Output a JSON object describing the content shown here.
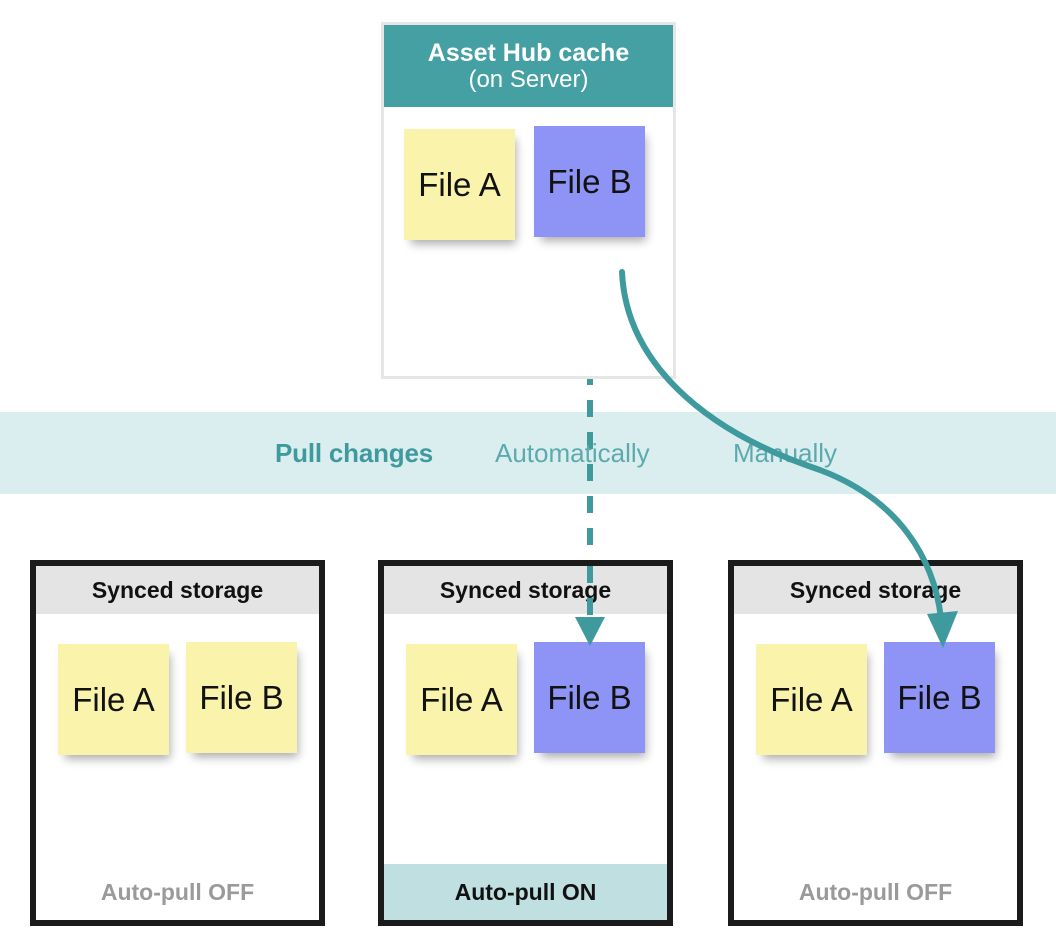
{
  "diagram": {
    "title_source": "Asset Hub cache sync diagram",
    "hub": {
      "title": "Asset Hub cache",
      "subtitle": "(on Server)",
      "notes": [
        {
          "label": "File A",
          "color": "#faf3ab",
          "kind": "yellow"
        },
        {
          "label": "File B",
          "color": "#8d94f6",
          "kind": "blue"
        }
      ]
    },
    "band": {
      "background": "#daeef0",
      "label": "Pull changes",
      "label_color": "#3f9a9e",
      "modes": [
        {
          "label": "Automatically",
          "color": "#5caaad",
          "arrow": "dashed"
        },
        {
          "label": "Manually",
          "color": "#5caaad",
          "arrow": "curved-solid"
        }
      ]
    },
    "storages": [
      {
        "header": "Synced storage",
        "notes": [
          {
            "label": "File A",
            "kind": "yellow"
          },
          {
            "label": "File B",
            "kind": "yellow"
          }
        ],
        "footer": "Auto-pull OFF",
        "footer_state": "off"
      },
      {
        "header": "Synced storage",
        "notes": [
          {
            "label": "File A",
            "kind": "yellow"
          },
          {
            "label": "File B",
            "kind": "blue"
          }
        ],
        "footer": "Auto-pull ON",
        "footer_state": "on"
      },
      {
        "header": "Synced storage",
        "notes": [
          {
            "label": "File A",
            "kind": "yellow"
          },
          {
            "label": "File B",
            "kind": "blue"
          }
        ],
        "footer": "Auto-pull OFF",
        "footer_state": "off"
      }
    ],
    "colors": {
      "teal_header": "#45a0a3",
      "teal_arrow": "#3f9a9e",
      "band_bg": "#daeef0",
      "storage_header_bg": "#e4e4e4",
      "footer_on_bg": "#bfdfe0",
      "note_yellow": "#faf3ab",
      "note_blue": "#8d94f6",
      "box_border": "#1b1b1b"
    }
  }
}
